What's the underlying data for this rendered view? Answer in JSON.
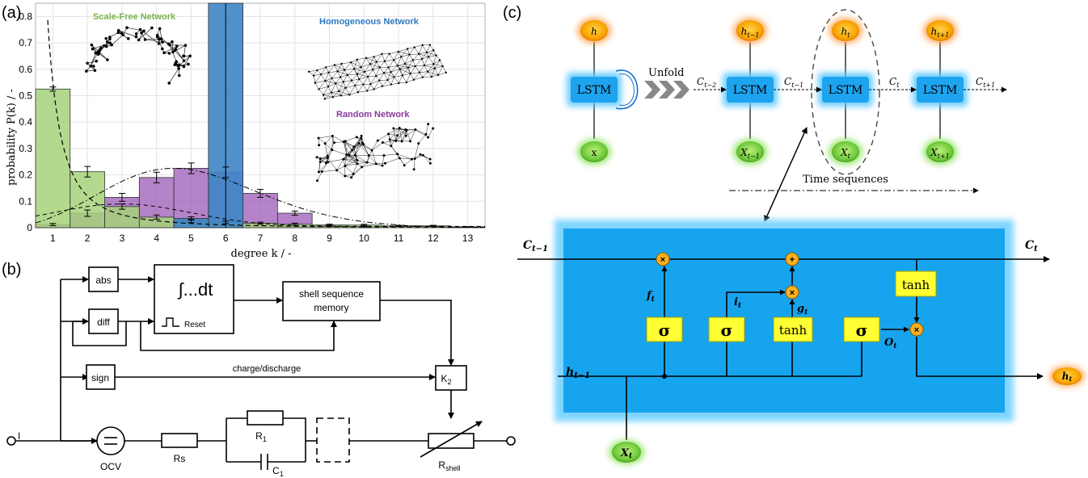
{
  "panel_a": {
    "panel_label": "(a)",
    "ylabel": "probability P(k) / -",
    "xlabel": "degree k / -",
    "inset_labels": {
      "scale_free": "Scale-Free Network",
      "homogeneous": "Homogeneous Network",
      "random": "Random Network"
    },
    "colors": {
      "scale_free": "#8fbc5a",
      "homogeneous": "#3d85c6",
      "random": "#8e4a9e"
    }
  },
  "chart_data": {
    "type": "bar",
    "categories": [
      "1",
      "2",
      "3",
      "4",
      "5",
      "6",
      "7",
      "8",
      "9",
      "10",
      "11",
      "12",
      "13"
    ],
    "xticks": [
      "1",
      "2",
      "3",
      "4",
      "5",
      "6",
      "7",
      "8",
      "9",
      "10",
      "11",
      "12",
      "13"
    ],
    "yticks": [
      "0",
      "0.1",
      "0.2",
      "0.3",
      "0.4",
      "0.5",
      "0.6",
      "0.7",
      "0.8"
    ],
    "ylim": [
      0,
      0.85
    ],
    "xlim": [
      0.5,
      13.5
    ],
    "grid": true,
    "series": [
      {
        "name": "Scale-Free Network",
        "values": [
          0.525,
          0.212,
          0.08,
          0.04,
          0.025,
          0.02,
          0.017,
          0.013,
          0.01,
          0.01,
          0.007,
          0.007,
          0.003
        ],
        "errors": [
          0.008,
          0.02,
          0.01,
          0.008,
          0.006,
          0.005,
          0.004,
          0.004,
          0.003,
          0.003,
          0.002,
          0.002,
          0.001
        ]
      },
      {
        "name": "Random Network",
        "values": [
          0.012,
          0.055,
          0.115,
          0.19,
          0.225,
          0.21,
          0.13,
          0.055,
          0.01,
          0.005,
          0,
          0,
          0
        ],
        "errors": [
          0.004,
          0.012,
          0.015,
          0.02,
          0.02,
          0.02,
          0.015,
          0.008,
          0.003,
          0.002,
          0,
          0,
          0
        ]
      },
      {
        "name": "Homogeneous Network",
        "values": [
          0,
          0,
          0,
          0,
          0.035,
          0.85,
          0,
          0,
          0,
          0,
          0,
          0,
          0
        ],
        "errors": [
          0,
          0,
          0,
          0,
          0.006,
          0,
          0,
          0,
          0,
          0,
          0,
          0,
          0
        ]
      }
    ]
  },
  "panel_b": {
    "panel_label": "(b)",
    "blocks": {
      "abs": "abs",
      "diff": "diff",
      "sign": "sign",
      "integrator": "∫...dt",
      "reset": "Reset",
      "memory_line1": "shell sequence",
      "memory_line2": "memory",
      "k2_main": "K",
      "k2_sub": "2"
    },
    "labels": {
      "charge": "charge/discharge",
      "input": "I",
      "ocv": "OCV",
      "rs": "Rs",
      "r1_main": "R",
      "r1_sub": "1",
      "c1_main": "C",
      "c1_sub": "1",
      "rshell_main": "R",
      "rshell_sub": "shell"
    }
  },
  "panel_c": {
    "panel_label": "(c)",
    "unfold": "Unfold",
    "time_sequences": "Time sequences",
    "lstm": "LSTM",
    "h": "h",
    "x": "x",
    "sub_tm1": "t−1",
    "sub_t": "t",
    "sub_tp1": "t+1",
    "sub_tm2": "t−2",
    "c": "C",
    "cell": {
      "c_in_main": "C",
      "c_in_sub": "t−1",
      "c_out_main": "C",
      "c_out_sub": "t",
      "h_in_main": "h",
      "h_in_sub": "t−1",
      "h_out_main": "h",
      "h_out_sub": "t",
      "x_main": "X",
      "x_sub": "t",
      "sigma": "σ",
      "tanh": "tanh",
      "f_main": "f",
      "i_main": "i",
      "g_main": "g",
      "o_main": "O",
      "gate_sub": "t",
      "mul": "×",
      "add": "+"
    },
    "colors": {
      "lstm": "#2aa7ee",
      "cell_bg": "#1aa6f0",
      "gate": "#ffff33",
      "h_node": "#ff9900",
      "x_node": "#66cc33"
    }
  }
}
